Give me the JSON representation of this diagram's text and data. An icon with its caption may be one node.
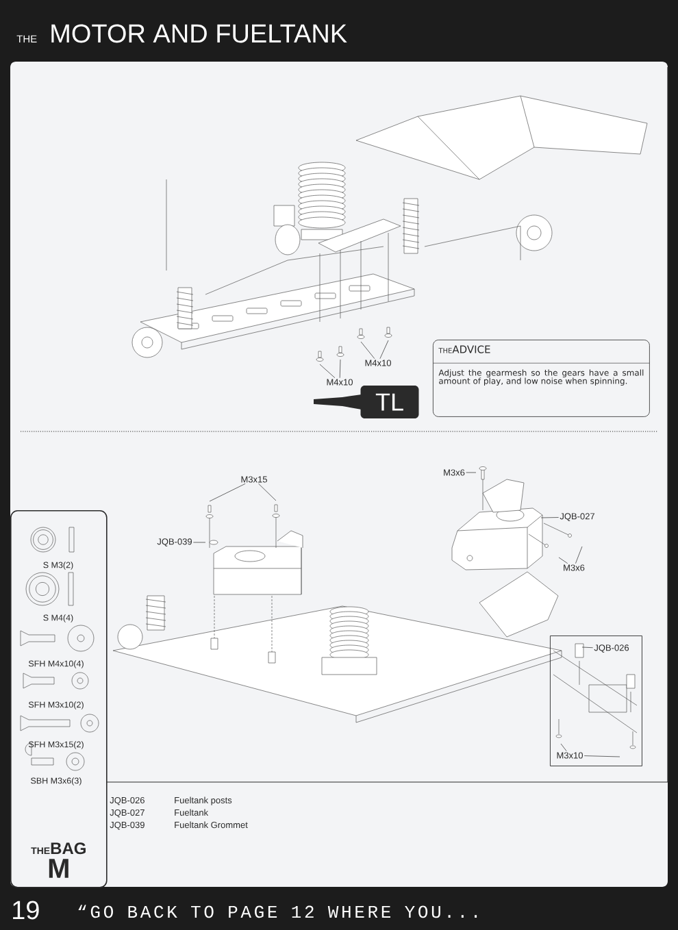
{
  "diagram": {
    "title": "MOTOR AND FUELTANK",
    "nodes": [
      {
        "text": [
          "THE",
          "ADVICE",
          "Adjust the gearmesh so the gears have a small amount of play, and low noise when spinning."
        ]
      },
      {
        "text": [
          "M4x10"
        ]
      },
      {
        "text": [
          "M4x10"
        ]
      },
      {
        "text": [
          "M3x15"
        ]
      },
      {
        "text": [
          "JQB-039"
        ]
      },
      {
        "text": [
          "M3x6"
        ]
      },
      {
        "text": [
          "JQB-027"
        ]
      },
      {
        "text": [
          "M3x6"
        ]
      },
      {
        "text": [],
        "shape": "box"
      },
      {
        "text": [
          "JQB-026"
        ],
        "in": 8
      },
      {
        "text": [
          "M3x10"
        ],
        "in": 8
      },
      {
        "text": [
          "THE",
          "BAG",
          "M"
        ]
      },
      {
        "text": [
          "TL"
        ]
      }
    ],
    "edges": [
      {
        "from": 1,
        "to": null,
        "arrow": "none"
      },
      {
        "from": 1,
        "to": null,
        "arrow": "none"
      },
      {
        "from": 2,
        "to": null,
        "arrow": "none"
      },
      {
        "from": 2,
        "to": null,
        "arrow": "none"
      },
      {
        "from": 3,
        "to": null,
        "arrow": "none"
      },
      {
        "from": 3,
        "to": null,
        "arrow": "none"
      },
      {
        "from": 4,
        "to": null,
        "arrow": "none"
      },
      {
        "from": 5,
        "to": null,
        "arrow": "none"
      },
      {
        "from": 6,
        "to": null,
        "arrow": "none"
      },
      {
        "from": 7,
        "to": null,
        "arrow": "none"
      },
      {
        "from": 7,
        "to": null,
        "arrow": "none"
      },
      {
        "from": 9,
        "to": null,
        "arrow": "none"
      },
      {
        "from": 10,
        "to": null,
        "arrow": "none"
      },
      {
        "from": 10,
        "to": null,
        "arrow": "none"
      }
    ],
    "labels": [
      "THE",
      "S M3(2)",
      "S M4(4)",
      "SFH  M4x10(4)",
      "SFH  M3x10(2)",
      "SFH  M3x15(2)",
      "SBH  M3x6(3)",
      "JQB-026",
      "Fueltank posts",
      "JQB-027",
      "Fueltank",
      "JQB-039",
      "Fueltank Grommet",
      "19",
      "“GO BACK TO PAGE 12 WHERE YOU..."
    ]
  }
}
